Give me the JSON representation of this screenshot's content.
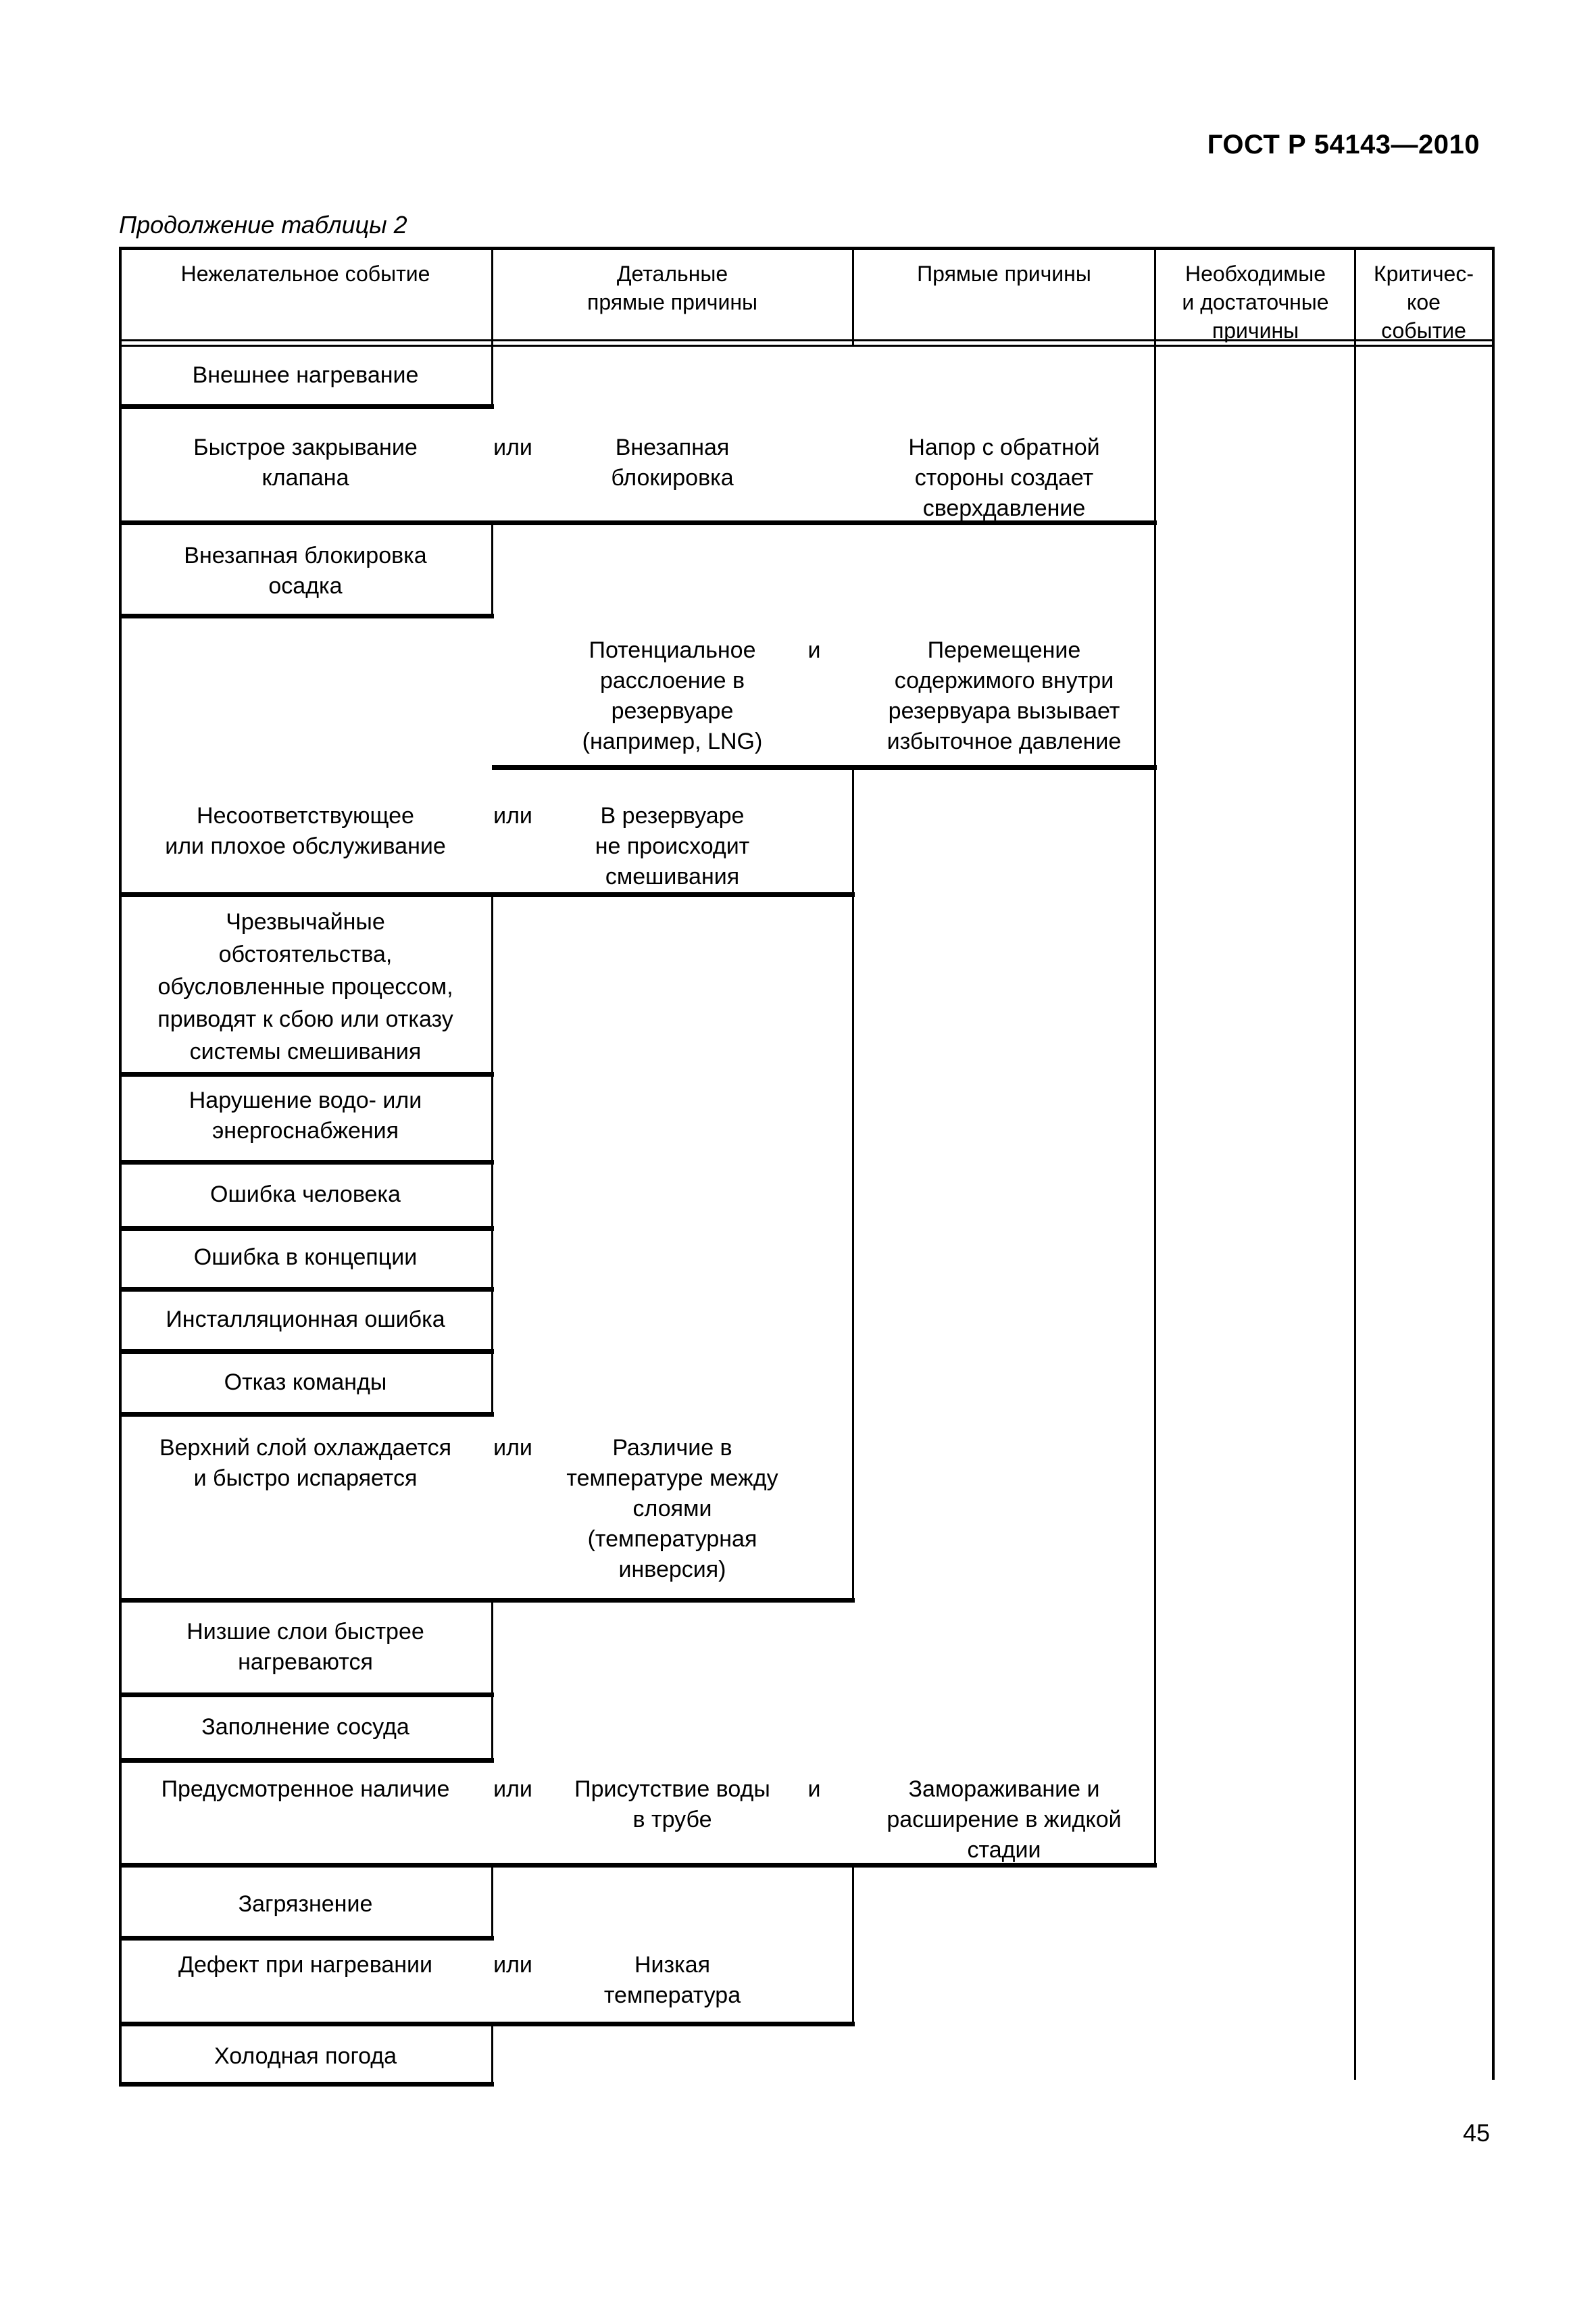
{
  "page": {
    "doc_code": "ГОСТ Р 54143—2010",
    "table_caption": "Продолжение таблицы 2",
    "page_number": "45"
  },
  "table": {
    "columns": [
      "Нежелательное событие",
      "Детальные\nпрямые причины",
      "Прямые причины",
      "Необходимые\nи достаточные\nпричины",
      "Критичес-\nкое\nсобытие"
    ],
    "rows": [
      {
        "undesirable": "Внешнее нагревание"
      },
      {
        "undesirable": "Быстрое закрывание\nклапана",
        "op": "или",
        "detailed": "Внезапная\nблокировка",
        "direct": "Напор с обратной\nстороны создает\nсверхдавление"
      },
      {
        "undesirable": "Внезапная блокировка\nосадка"
      },
      {
        "detailed": "Потенциальное\nрасслоение в\nрезервуаре\n(например, LNG)",
        "op2": "и",
        "direct": "Перемещение\nсодержимого внутри\nрезервуара вызывает\nизбыточное давление"
      },
      {
        "undesirable": "Несоответствующее\nили плохое обслуживание",
        "op": "или",
        "detailed": "В резервуаре\nне происходит\nсмешивания"
      },
      {
        "undesirable": "Чрезвычайные\nобстоятельства,\nобусловленные процессом,\nприводят к сбою или отказу\nсистемы смешивания"
      },
      {
        "undesirable": "Нарушение водо- или\nэнергоснабжения"
      },
      {
        "undesirable": "Ошибка человека"
      },
      {
        "undesirable": "Ошибка в концепции"
      },
      {
        "undesirable": "Инсталляционная ошибка"
      },
      {
        "undesirable": "Отказ команды"
      },
      {
        "undesirable": "Верхний слой охлаждается\nи быстро испаряется",
        "op": "или",
        "detailed": "Различие в\nтемпературе между\nслоями\n(температурная\nинверсия)"
      },
      {
        "undesirable": "Низшие слои быстрее\nнагреваются"
      },
      {
        "undesirable": "Заполнение сосуда"
      },
      {
        "undesirable": "Предусмотренное наличие",
        "op": "или",
        "detailed": "Присутствие воды\nв трубе",
        "op2": "и",
        "direct": "Замораживание и\nрасширение в жидкой\nстадии"
      },
      {
        "undesirable": "Загрязнение"
      },
      {
        "undesirable": "Дефект при нагревании",
        "op": "или",
        "detailed": "Низкая\nтемпература"
      },
      {
        "undesirable": "Холодная погода"
      }
    ]
  }
}
